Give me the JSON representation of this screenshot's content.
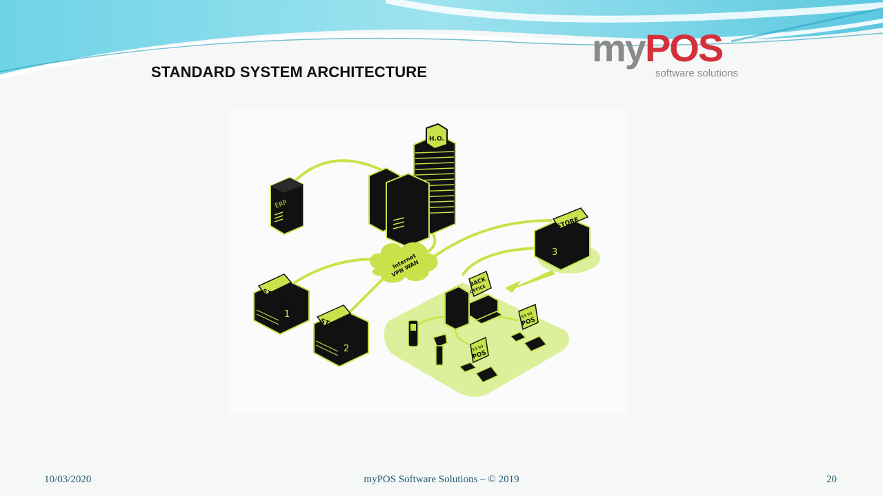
{
  "slide": {
    "title": "STANDARD SYSTEM ARCHITECTURE"
  },
  "logo": {
    "brand_my": "my",
    "brand_pos": "POS",
    "tagline": "software solutions"
  },
  "diagram": {
    "erp_label": "ERP",
    "ho_label": "H.O.",
    "cloud_line1": "Internet",
    "cloud_line2": "VPN WAN",
    "store1_label": "STORE",
    "store1_number": "1",
    "store2_label": "STORE",
    "store2_number": "2",
    "store3_label": "STORE",
    "store3_number": "3",
    "back_office_line1": "BACK",
    "back_office_line2": "OFFICE",
    "pos1_price": "$9.99",
    "pos1_label": "POS",
    "pos2_price": "$9.99",
    "pos2_label": "POS"
  },
  "footer": {
    "date": "10/03/2020",
    "center": "myPOS Software Solutions – © 2019",
    "page": "20"
  }
}
